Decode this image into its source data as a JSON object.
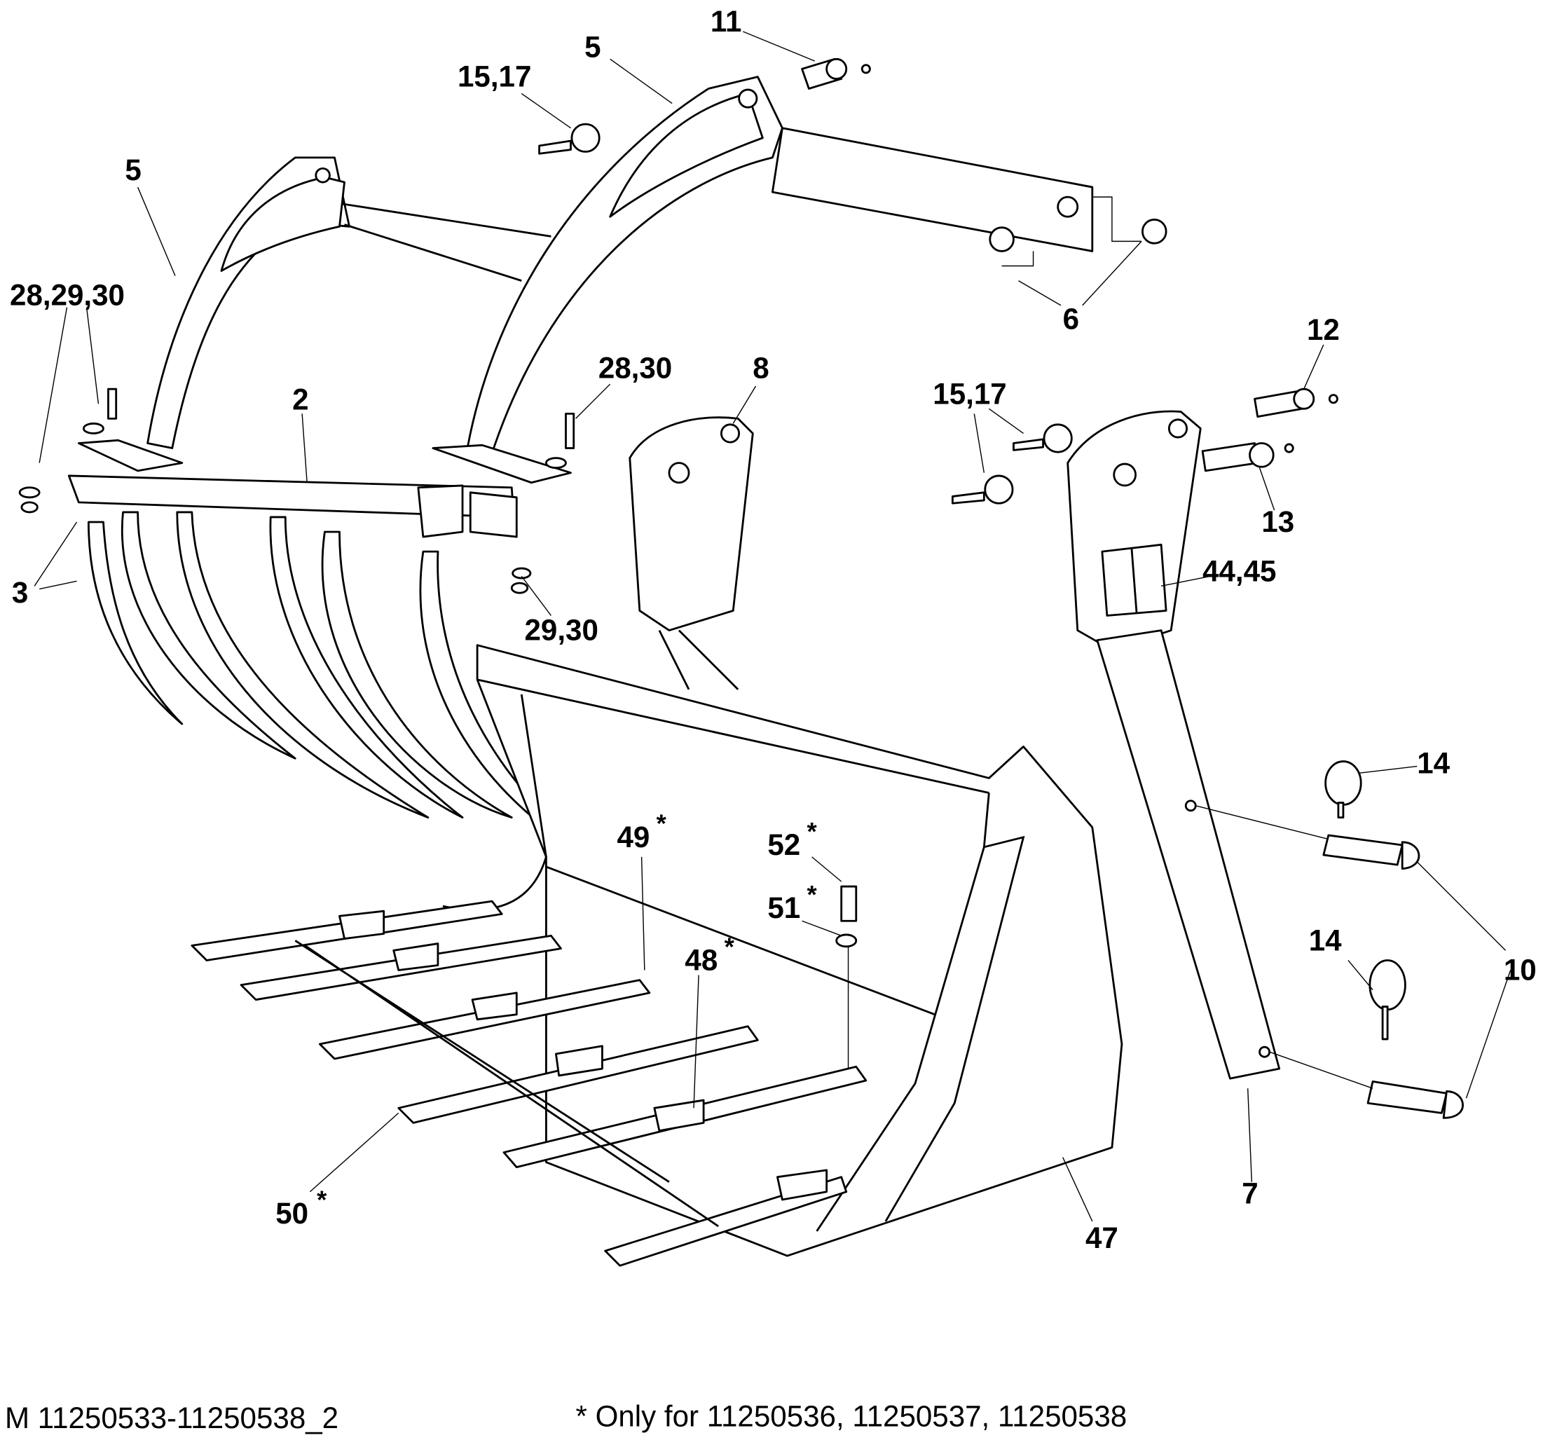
{
  "diagram": {
    "labels": {
      "p11": "11",
      "p5_top": "5",
      "p15_17_top": "15,17",
      "p5_left": "5",
      "p28_29_30": "28,29,30",
      "p2": "2",
      "p28_30": "28,30",
      "p8": "8",
      "p15_17_right": "15,17",
      "p12": "12",
      "p13": "13",
      "p44_45": "44,45",
      "p6": "6",
      "p3": "3",
      "p29_30": "29,30",
      "p14_top": "14",
      "p10": "10",
      "p14_bottom": "14",
      "p49": "49",
      "p52": "52",
      "p51": "51",
      "p48": "48",
      "p50": "50",
      "p47": "47",
      "p7": "7"
    },
    "asterisk": "*"
  },
  "footer": {
    "drawing_id": "M 11250533-11250538_2",
    "note": "* Only for 11250536, 11250537, 11250538"
  }
}
